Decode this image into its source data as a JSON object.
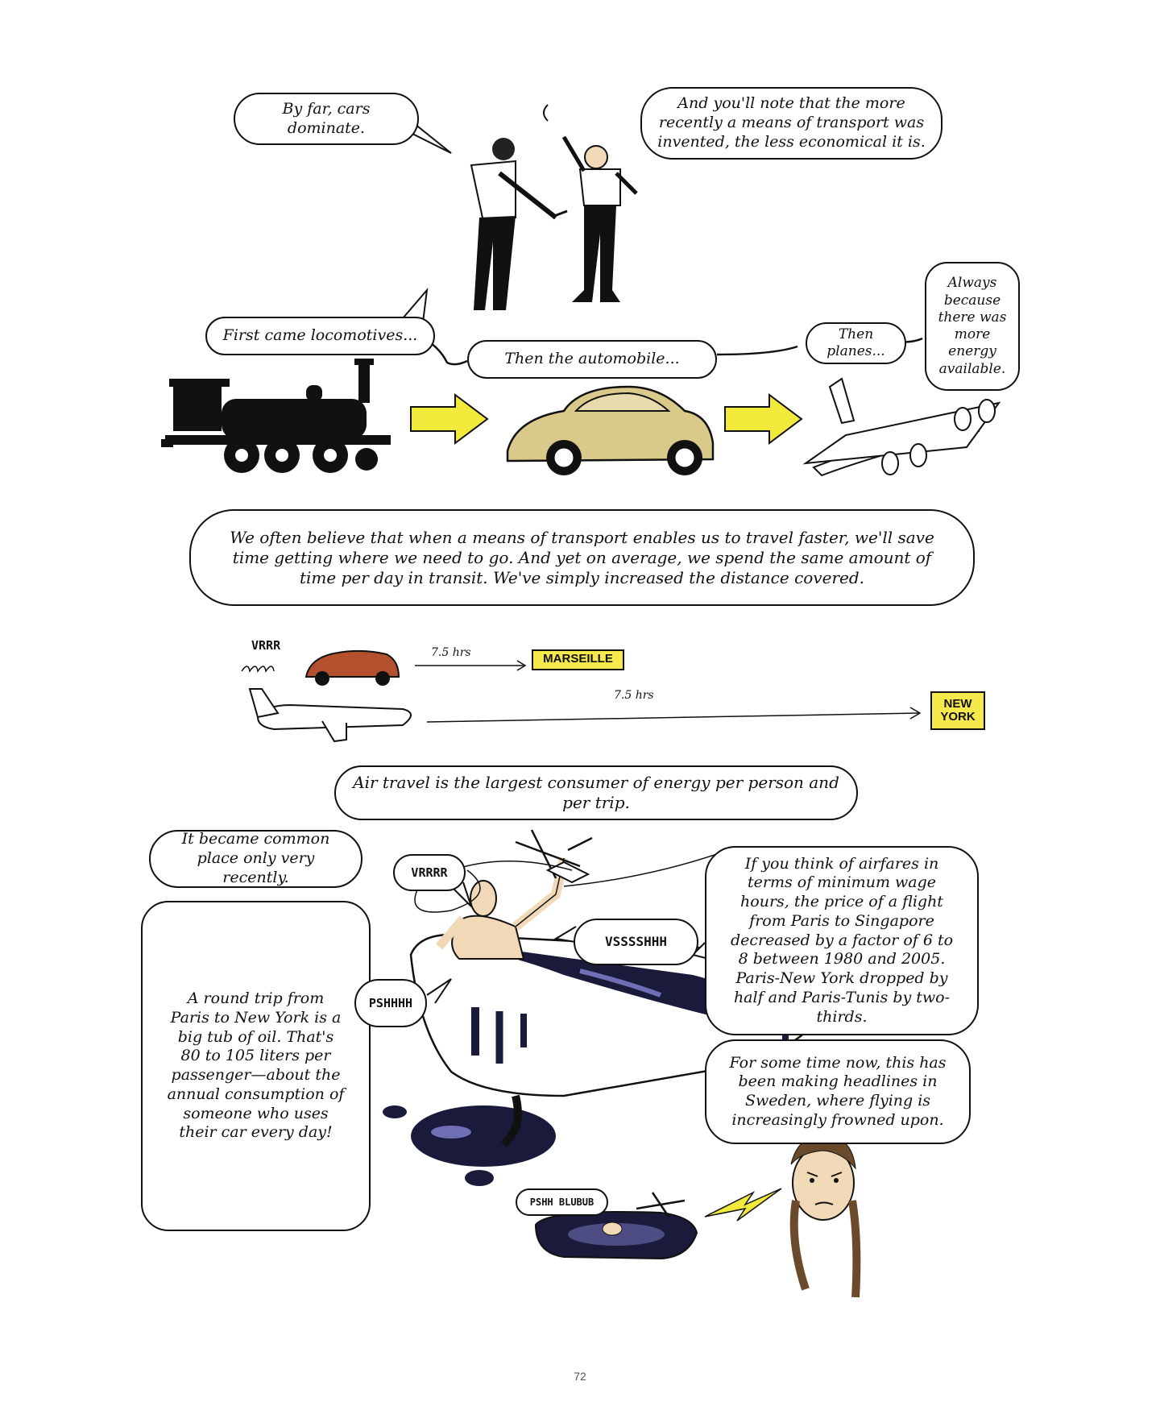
{
  "panel1": {
    "bubble_left": "By far, cars dominate.",
    "bubble_right": "And you'll note that the more recently a means of transport was invented, the less economical it is."
  },
  "panel2": {
    "bubble_locomotives": "First came locomotives...",
    "bubble_automobile": "Then the automobile...",
    "bubble_planes": "Then planes...",
    "bubble_energy": "Always because there was more energy available."
  },
  "panel3": {
    "caption": "We often believe that when a means of transport enables us to travel faster, we'll save time getting where we need to go. And yet on average, we spend the same amount of time per day in transit. We've simply increased the distance covered."
  },
  "panel4": {
    "car_sound": "VRRR",
    "car_duration": "7.5 hrs",
    "car_destination": "MARSEILLE",
    "plane_duration": "7.5 hrs",
    "plane_destination": "NEW YORK"
  },
  "panel5": {
    "caption": "Air travel is the largest consumer of energy per person and per trip."
  },
  "panel6": {
    "bubble_common": "It became common place only very recently.",
    "bubble_roundtrip": "A round trip from Paris to New York is a big tub of oil. That's 80 to 105 liters per passenger—about the annual consumption of someone who uses their car every day!",
    "sound_vrrrr": "VRRRR",
    "sound_vssss": "VSSSSHHH",
    "sound_pshhh": "PSHHHH",
    "bubble_airfares": "If you think of airfares in terms of minimum wage hours, the price of a flight from Paris to Singapore decreased by a factor of 6 to 8 between 1980 and 2005. Paris-New York dropped by half and Paris-Tunis by two-thirds.",
    "bubble_sweden": "For some time now, this has been making headlines in Sweden, where flying is increasingly frowned upon.",
    "sound_blubub": "PSHH BLUBUB"
  },
  "colors": {
    "arrow_yellow": "#f2ea3a",
    "tag_yellow": "#f5e94c",
    "oil": "#1a1a3a",
    "oil_highlight": "#6f6fb5",
    "car_tan": "#d9c98a",
    "car_red": "#b5502e"
  },
  "page_number": "72"
}
